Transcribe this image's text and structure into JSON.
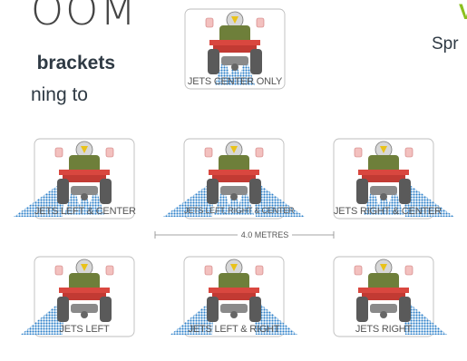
{
  "header": {
    "title_fragment": "OOM",
    "bold_line_fragment": "brackets",
    "body_line_fragment": "ning to"
  },
  "brand": {
    "tick_glyph": "V",
    "subtitle_fragment": "Spr",
    "accent_color": "#8bbf1f"
  },
  "diagrams": [
    {
      "key": "center_only",
      "label": "JETS CENTER ONLY",
      "spray": "center"
    },
    {
      "key": "left_center",
      "label": "JETS LEFT & CENTER",
      "spray": "left-center"
    },
    {
      "key": "left_right_center",
      "label": "JETS LEFT, RIGHT & CENTER",
      "spray": "all"
    },
    {
      "key": "right_center",
      "label": "JETS RIGHT & CENTER",
      "spray": "right-center"
    },
    {
      "key": "left",
      "label": "JETS LEFT",
      "spray": "left"
    },
    {
      "key": "left_right",
      "label": "JETS LEFT & RIGHT",
      "spray": "left-right"
    },
    {
      "key": "right",
      "label": "JETS RIGHT",
      "spray": "right"
    }
  ],
  "width_label": "4.0 METRES",
  "colors": {
    "spray": "#2b7fc9",
    "quad_body": "#d9473f",
    "rider_shirt": "#6e7f3a",
    "tire": "#5a5a5a",
    "card_border": "#bdbdbd"
  }
}
